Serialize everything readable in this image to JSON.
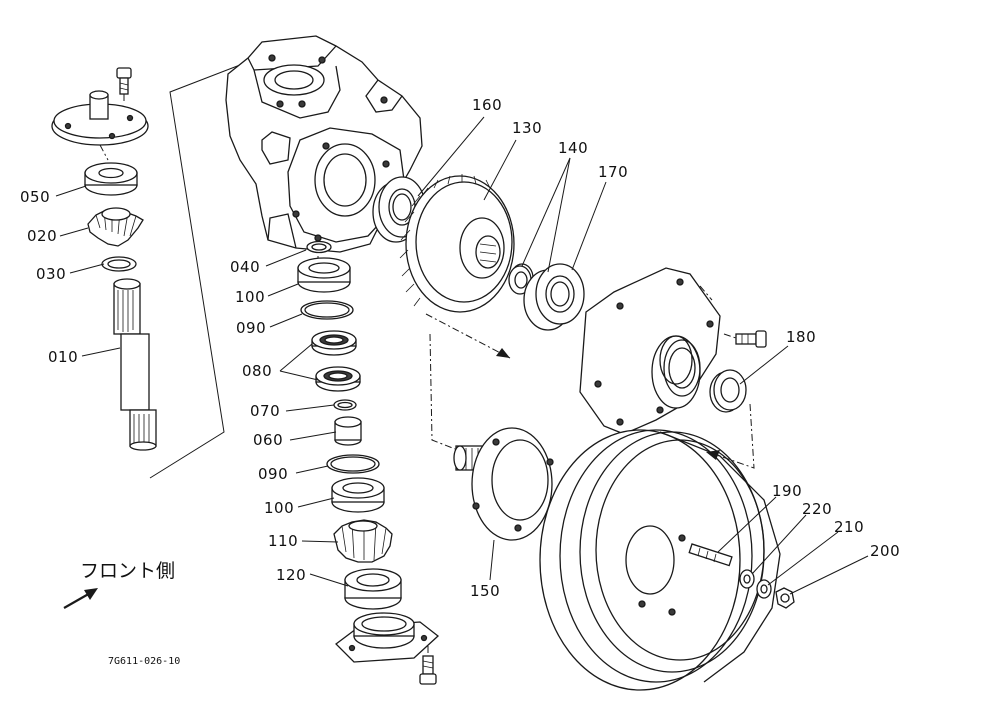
{
  "parts": [
    {
      "id": "p160",
      "label": "160"
    },
    {
      "id": "p130",
      "label": "130"
    },
    {
      "id": "p140",
      "label": "140"
    },
    {
      "id": "p170",
      "label": "170"
    },
    {
      "id": "p180",
      "label": "180"
    },
    {
      "id": "p050",
      "label": "050"
    },
    {
      "id": "p020",
      "label": "020"
    },
    {
      "id": "p030",
      "label": "030"
    },
    {
      "id": "p010",
      "label": "010"
    },
    {
      "id": "p040",
      "label": "040"
    },
    {
      "id": "p100a",
      "label": "100"
    },
    {
      "id": "p090a",
      "label": "090"
    },
    {
      "id": "p080",
      "label": "080"
    },
    {
      "id": "p070",
      "label": "070"
    },
    {
      "id": "p060",
      "label": "060"
    },
    {
      "id": "p090b",
      "label": "090"
    },
    {
      "id": "p100b",
      "label": "100"
    },
    {
      "id": "p110",
      "label": "110"
    },
    {
      "id": "p120",
      "label": "120"
    },
    {
      "id": "p150",
      "label": "150"
    },
    {
      "id": "p190",
      "label": "190"
    },
    {
      "id": "p220",
      "label": "220"
    },
    {
      "id": "p210",
      "label": "210"
    },
    {
      "id": "p200",
      "label": "200"
    }
  ],
  "front_side_label": "フロント側",
  "drawing_code": "7G611-026-10",
  "colors": {
    "ink": "#1a1a1a",
    "paper": "#ffffff"
  }
}
